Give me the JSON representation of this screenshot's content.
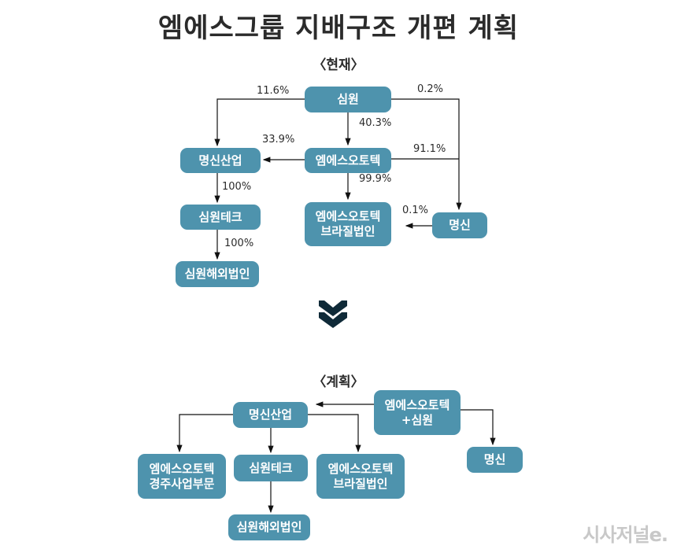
{
  "title": "엠에스그룹 지배구조 개편 계획",
  "current": {
    "label": "〈현재〉",
    "nodes": {
      "simwon": "심원",
      "myungshin_industry": "명신산업",
      "ms_autotech": "엠에스오토텍",
      "simwon_tech": "심원테크",
      "ms_brazil": "엠에스오토텍\n브라질법인",
      "myungshin": "명신",
      "simwon_overseas": "심원해외법인"
    },
    "edges": [
      {
        "from": "심원",
        "to": "명신산업",
        "pct": "11.6%"
      },
      {
        "from": "심원",
        "to": "명신",
        "pct": "0.2%"
      },
      {
        "from": "심원",
        "to": "엠에스오토텍",
        "pct": "40.3%"
      },
      {
        "from": "엠에스오토텍",
        "to": "명신산업",
        "pct": "33.9%"
      },
      {
        "from": "엠에스오토텍",
        "to": "명신",
        "pct": "91.1%"
      },
      {
        "from": "명신산업",
        "to": "심원테크",
        "pct": "100%"
      },
      {
        "from": "엠에스오토텍",
        "to": "엠에스오토텍 브라질법인",
        "pct": "99.9%"
      },
      {
        "from": "명신",
        "to": "엠에스오토텍 브라질법인",
        "pct": "0.1%"
      },
      {
        "from": "심원테크",
        "to": "심원해외법인",
        "pct": "100%"
      }
    ]
  },
  "transition_icon": "double-chevron-down-icon",
  "planned": {
    "label": "〈계획〉",
    "nodes": {
      "myungshin_industry": "명신산업",
      "ms_simwon": "엠에스오토텍\n+심원",
      "ms_gyeongju": "엠에스오토텍\n경주사업부문",
      "simwon_tech": "심원테크",
      "ms_brazil": "엠에스오토텍\n브라질법인",
      "myungshin": "명신",
      "simwon_overseas": "심원해외법인"
    }
  },
  "watermark": "시사저널e.",
  "colors": {
    "box": "#4e93ad",
    "box_text": "#ffffff",
    "line": "#111111",
    "chevron": "#0f2a38",
    "watermark": "#c8c8c8"
  }
}
